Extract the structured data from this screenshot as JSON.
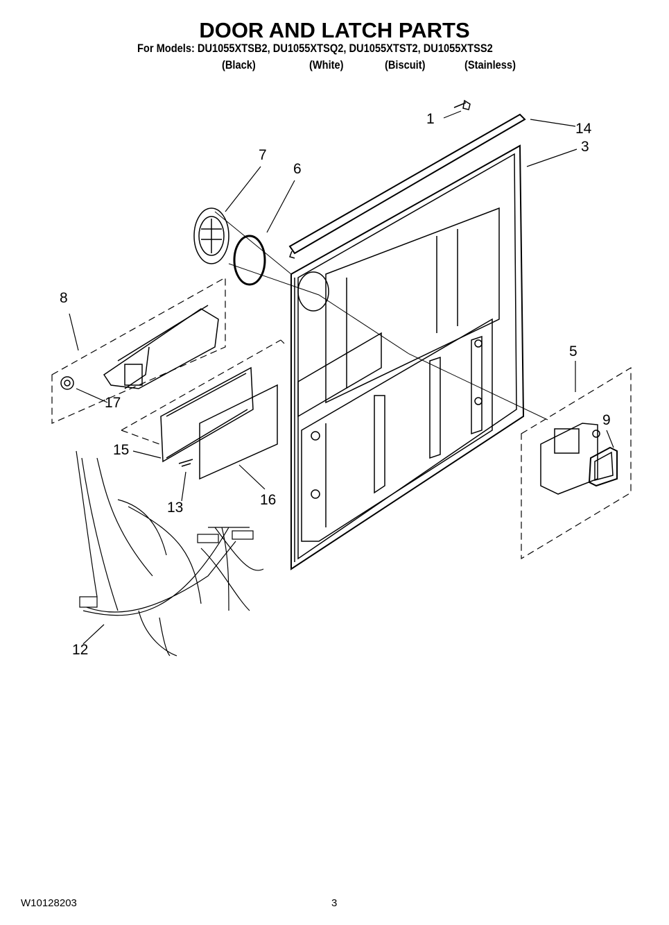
{
  "header": {
    "title": "DOOR AND LATCH PARTS",
    "models_line": "For Models: DU1055XTSB2, DU1055XTSQ2, DU1055XTST2, DU1055XTSS2",
    "colors": [
      "(Black)",
      "(White)",
      "(Biscuit)",
      "(Stainless)"
    ]
  },
  "callouts": [
    "1",
    "14",
    "3",
    "7",
    "6",
    "8",
    "5",
    "9",
    "17",
    "15",
    "13",
    "16",
    "12"
  ],
  "footer": {
    "doc_number": "W10128203",
    "page_number": "3"
  }
}
